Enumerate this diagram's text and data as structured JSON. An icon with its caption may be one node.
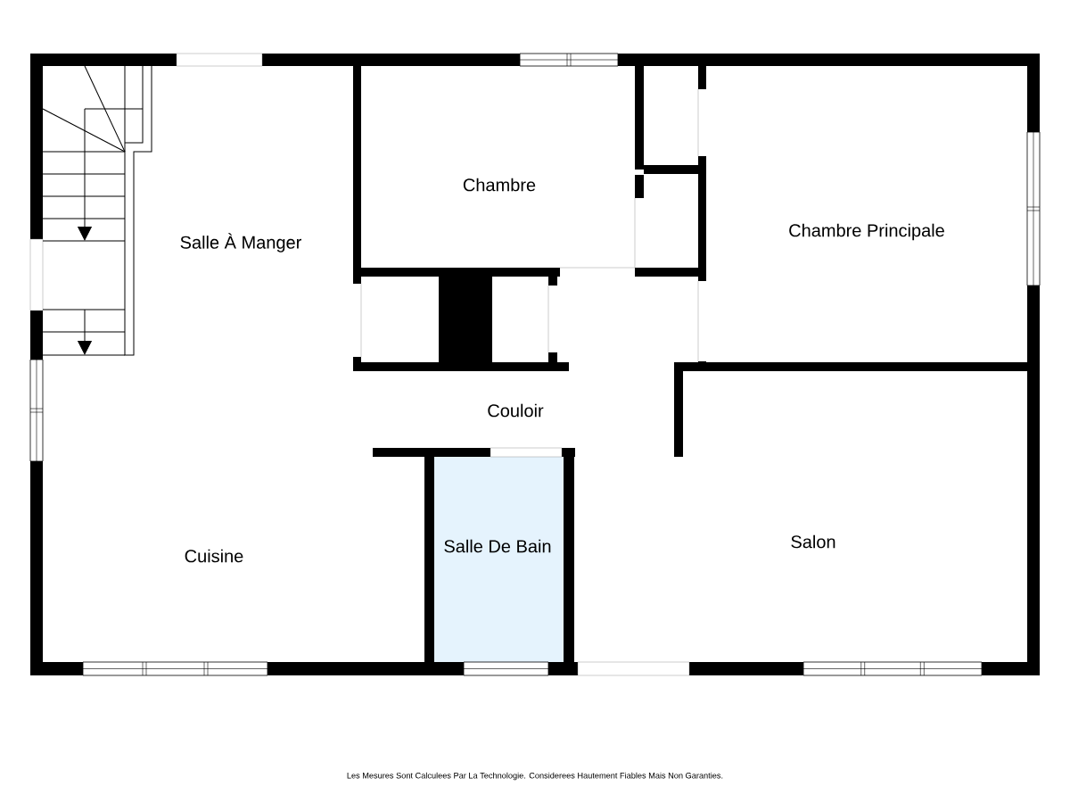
{
  "diagram": {
    "labels": [
      "Chambre",
      "Chambre Principale",
      "Salle À Manger",
      "Couloir",
      "Salle De Bain",
      "Cuisine",
      "Salon",
      "Les Mesures Sont Calculees Par La Technologie. Considerees Hautement Fiables Mais Non Garanties."
    ]
  }
}
